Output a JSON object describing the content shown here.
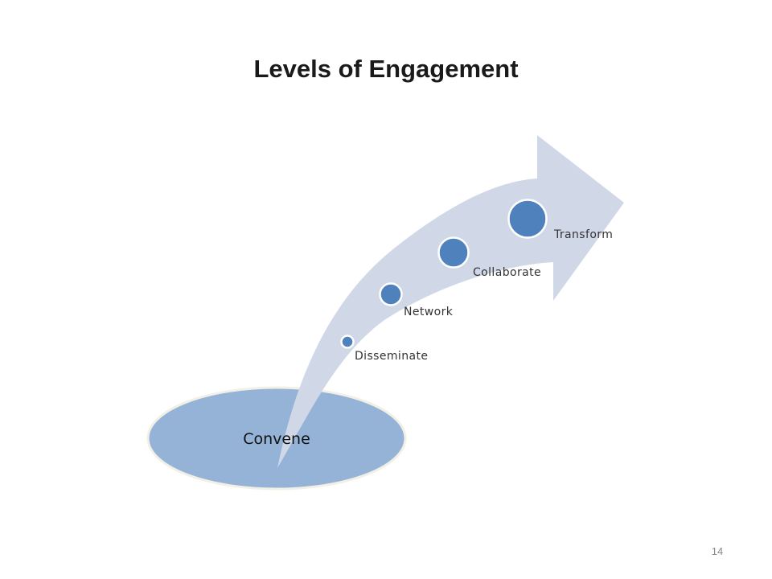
{
  "slide": {
    "title": "Levels of Engagement",
    "page_number": "14"
  },
  "diagram": {
    "base": {
      "label": "Convene",
      "color": "#95b3d7",
      "border_color": "#f2f0e6"
    },
    "arrow_color": "#d0d8e8",
    "dot_color": "#4f81bd",
    "steps": [
      {
        "label": "Disseminate"
      },
      {
        "label": "Network"
      },
      {
        "label": "Collaborate"
      },
      {
        "label": "Transform"
      }
    ]
  }
}
